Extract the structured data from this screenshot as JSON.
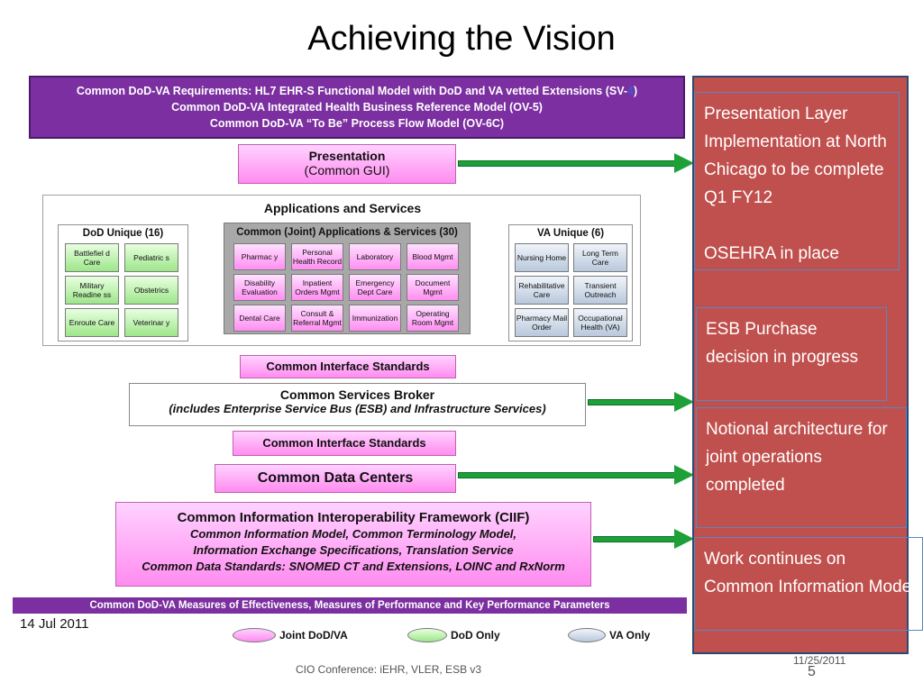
{
  "title": "Achieving the Vision",
  "requirements": {
    "line1_a": "Common DoD-VA Requirements:  HL7 EHR-S Functional Model with DoD and VA vetted Extensions (SV-",
    "line1_b": "4",
    "line1_c": ")",
    "line2": "Common DoD-VA Integrated Health Business Reference Model (OV-5)",
    "line3": "Common DoD-VA “To Be” Process Flow Model (OV-6C)"
  },
  "presentation": {
    "title": "Presentation",
    "subtitle": "(Common GUI)"
  },
  "apps": {
    "title": "Applications and Services",
    "dod": {
      "title": "DoD Unique (16)",
      "cells": [
        "Battlefiel d Care",
        "Pediatric s",
        "Military Readine ss",
        "Obstetrics",
        "Enroute Care",
        "Veterinar y"
      ]
    },
    "joint": {
      "title": "Common (Joint) Applications & Services (30)",
      "cells": [
        "Pharmac y",
        "Personal Health Record",
        "Laboratory",
        "Blood Mgmt",
        "Disability Evaluation",
        "Inpatient Orders Mgmt",
        "Emergency Dept Care",
        "Document Mgmt",
        "Dental Care",
        "Consult & Referral Mgmt",
        "Immunization",
        "Operating Room Mgmt"
      ]
    },
    "va": {
      "title": "VA Unique (6)",
      "cells": [
        "Nursing Home",
        "Long Term Care",
        "Rehabilitative Care",
        "Transient Outreach",
        "Pharmacy Mail Order",
        "Occupational Health (VA)"
      ]
    }
  },
  "interface1": "Common Interface Standards",
  "broker": {
    "title": "Common Services Broker",
    "subtitle": "(includes Enterprise Service Bus (ESB) and Infrastructure Services)"
  },
  "interface2": "Common Interface Standards",
  "data_centers": "Common Data Centers",
  "ciif": {
    "title": "Common Information Interoperability Framework (CIIF)",
    "line1": "Common Information Model, Common Terminology Model,",
    "line2": "Information Exchange Specifications, Translation Service",
    "line3": "Common Data Standards: SNOMED CT and Extensions, LOINC and RxNorm"
  },
  "measures": "Common DoD-VA Measures of Effectiveness, Measures of Performance and Key Performance Parameters",
  "date": "14 Jul 2011",
  "legend": {
    "joint": "Joint DoD/VA",
    "dod": "DoD Only",
    "va": "VA Only"
  },
  "notes": {
    "note1_a": "Presentation Layer Implementation at North Chicago to be complete Q1 FY12",
    "note1_b": "OSEHRA in place",
    "note2": "ESB Purchase decision in progress",
    "note3": "Notional architecture for joint operations completed",
    "note4": "Work continues on Common Information Model"
  },
  "footer": {
    "center": "CIO Conference: iEHR, VLER, ESB v3",
    "date": "11/25/2011",
    "page": "5"
  },
  "colors": {
    "accent_green": "#1ea038",
    "panel_red": "#c0504d",
    "header_purple": "#7b2fa0"
  }
}
